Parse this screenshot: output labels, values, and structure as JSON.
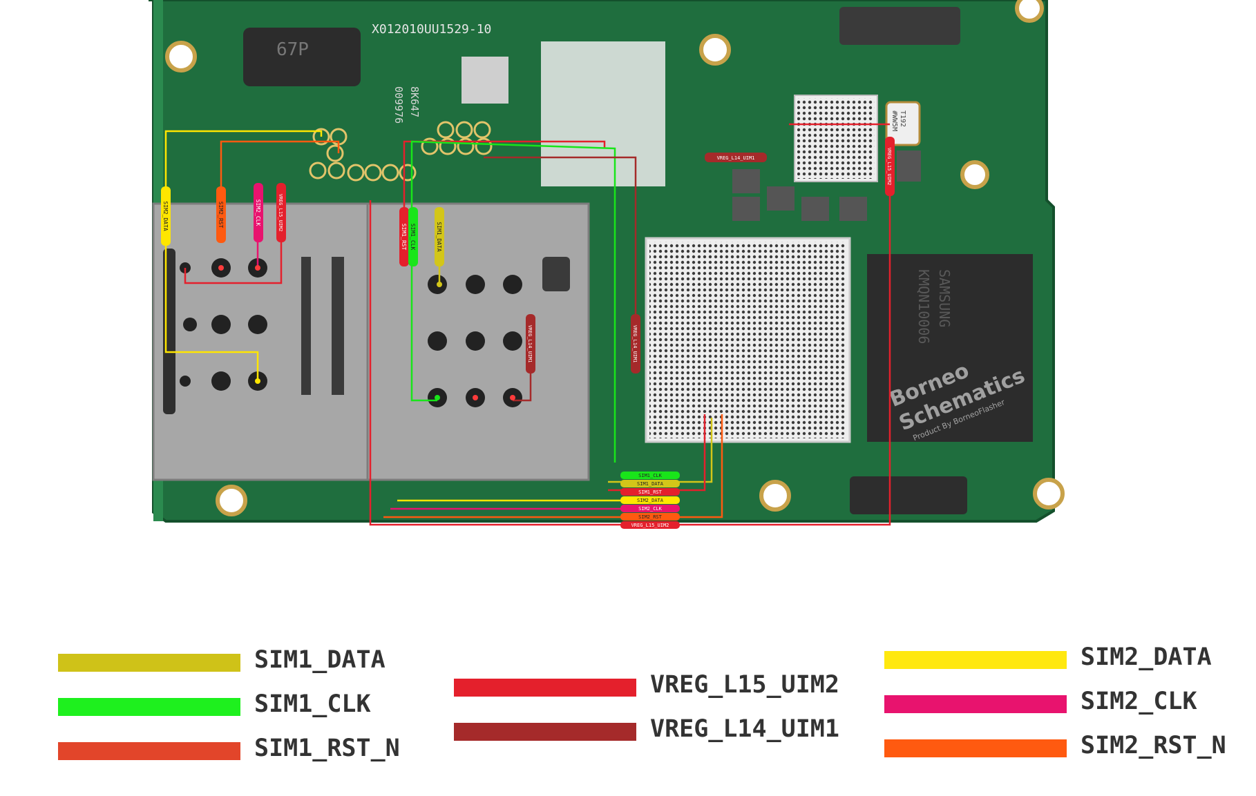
{
  "board": {
    "silkscreen_code": "X012010UU1529-10",
    "chip_marking": "67P",
    "side_marking_1": "8K647",
    "side_marking_2": "009976",
    "memory_marking_1": "SAMSUNG",
    "memory_marking_2": "KMQN10006",
    "crystal_marking_1": "T192",
    "crystal_marking_2": "#WW5M",
    "watermark_brand": "Borneo",
    "watermark_title": "Schematics",
    "watermark_sub": "Product By BorneoFlasher",
    "colors": {
      "pcb": "#1f6e3e",
      "pcb_dark": "#14502c",
      "metal": "#a7a7a7",
      "metal_dark": "#7d7d7d",
      "chip": "#2c2c2c"
    }
  },
  "tags": {
    "left_sim_tray": [
      {
        "text": "SIM2_DATA",
        "color": "#ffe600"
      },
      {
        "text": "SIM2_RST",
        "color": "#ff5a10"
      },
      {
        "text": "SIM2_CLK",
        "color": "#e8136e"
      },
      {
        "text": "VREG_L15_UIM2",
        "color": "#e4202c"
      }
    ],
    "right_sim_tray": [
      {
        "text": "SIM1_RST",
        "color": "#e4202c"
      },
      {
        "text": "SIM1_CLK",
        "color": "#19e51a"
      },
      {
        "text": "SIM1_DATA",
        "color": "#d3c619"
      }
    ],
    "tray_side": {
      "text": "VREG_L14_UIM1",
      "color": "#a52a2a"
    },
    "cpu_side": {
      "text": "VREG_L14_UIM1",
      "color": "#a52a2a"
    },
    "top_horizontal": {
      "text": "VREG_L14_UIM1",
      "color": "#a52a2a"
    },
    "top_right_vertical": {
      "text": "VREG_L15_UIM2",
      "color": "#e4202c"
    },
    "bottom_stack": [
      {
        "text": "SIM1_CLK",
        "color": "#19e51a"
      },
      {
        "text": "SIM1_DATA",
        "color": "#d3c619"
      },
      {
        "text": "SIM1_RST",
        "color": "#e4202c"
      },
      {
        "text": "SIM2_DATA",
        "color": "#ffe600"
      },
      {
        "text": "SIM2_CLK",
        "color": "#e8136e"
      },
      {
        "text": "SIM2_RST",
        "color": "#ff5a10"
      },
      {
        "text": "VREG_L15_UIM2",
        "color": "#e4202c"
      }
    ]
  },
  "legend": [
    {
      "label": "SIM1_DATA",
      "color": "#cfc218"
    },
    {
      "label": "SIM1_CLK",
      "color": "#1ef01e"
    },
    {
      "label": "SIM1_RST_N",
      "color": "#e2452a"
    },
    {
      "label": "VREG_L15_UIM2",
      "color": "#e4202c"
    },
    {
      "label": "VREG_L14_UIM1",
      "color": "#a52a2a"
    },
    {
      "label": "SIM2_DATA",
      "color": "#ffe80f"
    },
    {
      "label": "SIM2_CLK",
      "color": "#e8136e"
    },
    {
      "label": "SIM2_RST_N",
      "color": "#ff5a10"
    }
  ]
}
